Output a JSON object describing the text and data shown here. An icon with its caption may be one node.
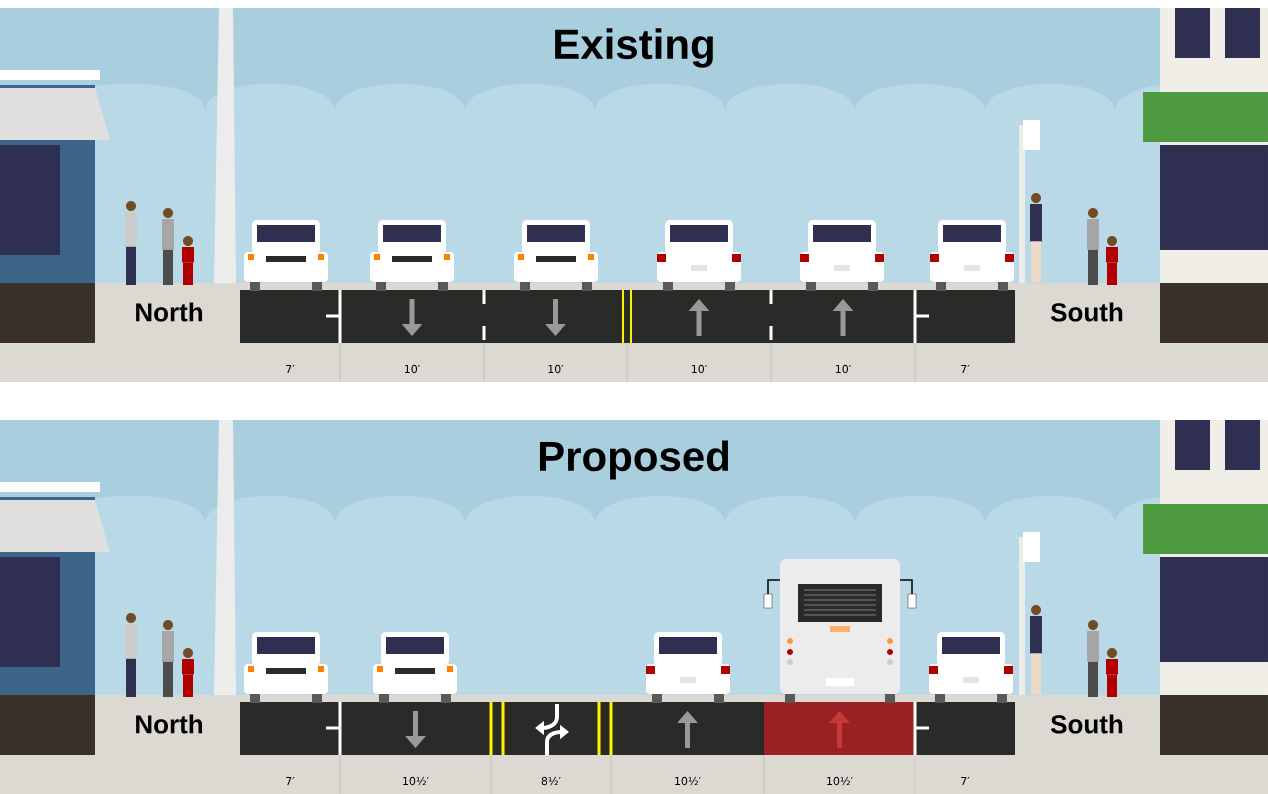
{
  "diagram": {
    "labels": [
      "Existing",
      "North",
      "South",
      "7′",
      "10′",
      "10′",
      "10′",
      "10′",
      "7′",
      "Proposed",
      "North",
      "South",
      "7′",
      "10½′",
      "8½′",
      "10½′",
      "10½′",
      "7′"
    ]
  }
}
